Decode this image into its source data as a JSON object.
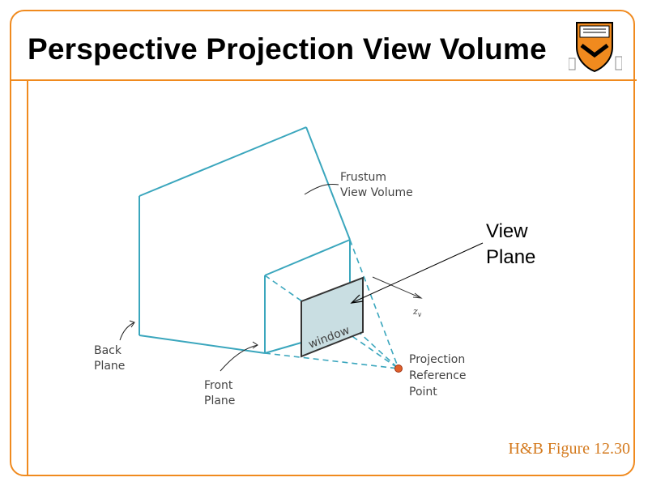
{
  "slide": {
    "title": "Perspective Projection View Volume",
    "credit": "H&B Figure 12.30"
  },
  "labels": {
    "frustum_line1": "Frustum",
    "frustum_line2": "View Volume",
    "view_plane_line1": "View",
    "view_plane_line2": "Plane",
    "zv_main": "z",
    "zv_sub": "v",
    "window": "window",
    "back_line1": "Back",
    "back_line2": "Plane",
    "front_line1": "Front",
    "front_line2": "Plane",
    "prp_line1": "Projection",
    "prp_line2": "Reference",
    "prp_line3": "Point"
  },
  "colors": {
    "accent": "#f08a1e",
    "frustum_line": "#3aa6bd",
    "window_fill": "#c9dee2",
    "reference_point": "#e0602a"
  }
}
